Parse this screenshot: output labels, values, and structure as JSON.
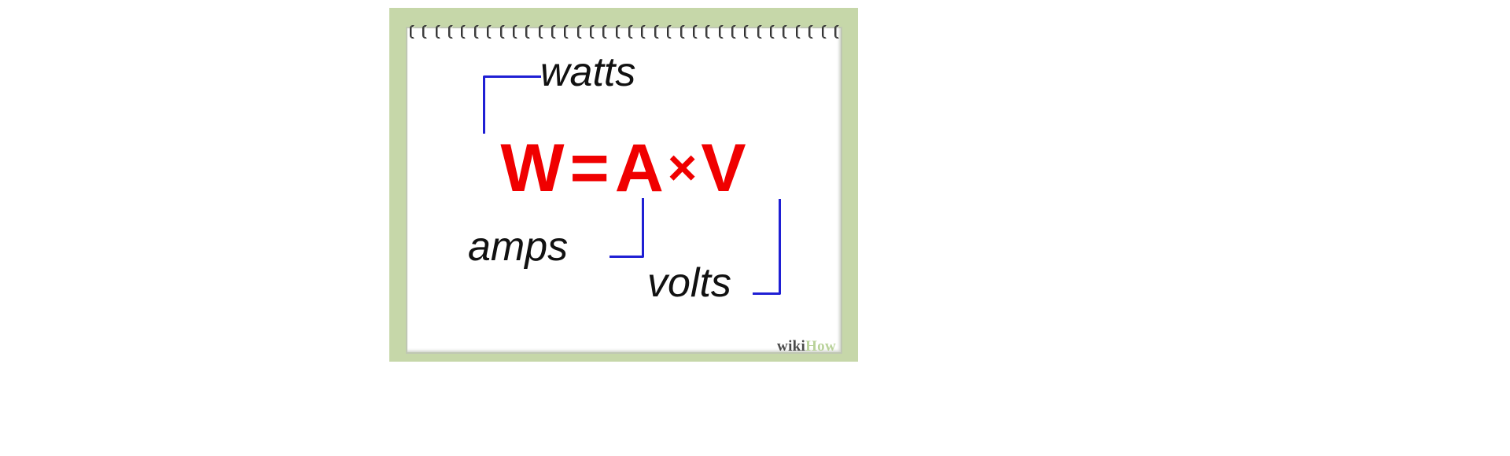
{
  "image": {
    "kind": "instructional-illustration",
    "subject": "Electrical power formula on a notepad"
  },
  "notepad": {
    "frame_color": "#c6d7a9",
    "page_color": "#ffffff",
    "binding": {
      "icon": "spiral-binding-rings",
      "ring_count": 34,
      "ring_color": "#2e2e2e"
    }
  },
  "equation": {
    "color": "#f00000",
    "full_text": "W = A × V",
    "terms": [
      {
        "symbol": "W",
        "meaning": "watts"
      },
      {
        "symbol": "=",
        "meaning": "equals"
      },
      {
        "symbol": "A",
        "meaning": "amps"
      },
      {
        "symbol": "×",
        "meaning": "times"
      },
      {
        "symbol": "V",
        "meaning": "volts"
      }
    ],
    "parts": {
      "w": "W",
      "equals": "=",
      "a": "A",
      "times": "×",
      "v": "V"
    }
  },
  "annotations": {
    "leader_color": "#1f1fd4",
    "text_color": "#111111",
    "items": [
      {
        "label": "watts",
        "points_to": "W",
        "position": "top"
      },
      {
        "label": "amps",
        "points_to": "A",
        "position": "bottom-left"
      },
      {
        "label": "volts",
        "points_to": "V",
        "position": "bottom-right"
      }
    ],
    "watts": "watts",
    "amps": "amps",
    "volts": "volts"
  },
  "watermark": {
    "text": "wikiHow",
    "part1": "wiki",
    "part2": "How",
    "part1_color": "#4a4a4a",
    "part2_color": "#b9d29a"
  }
}
